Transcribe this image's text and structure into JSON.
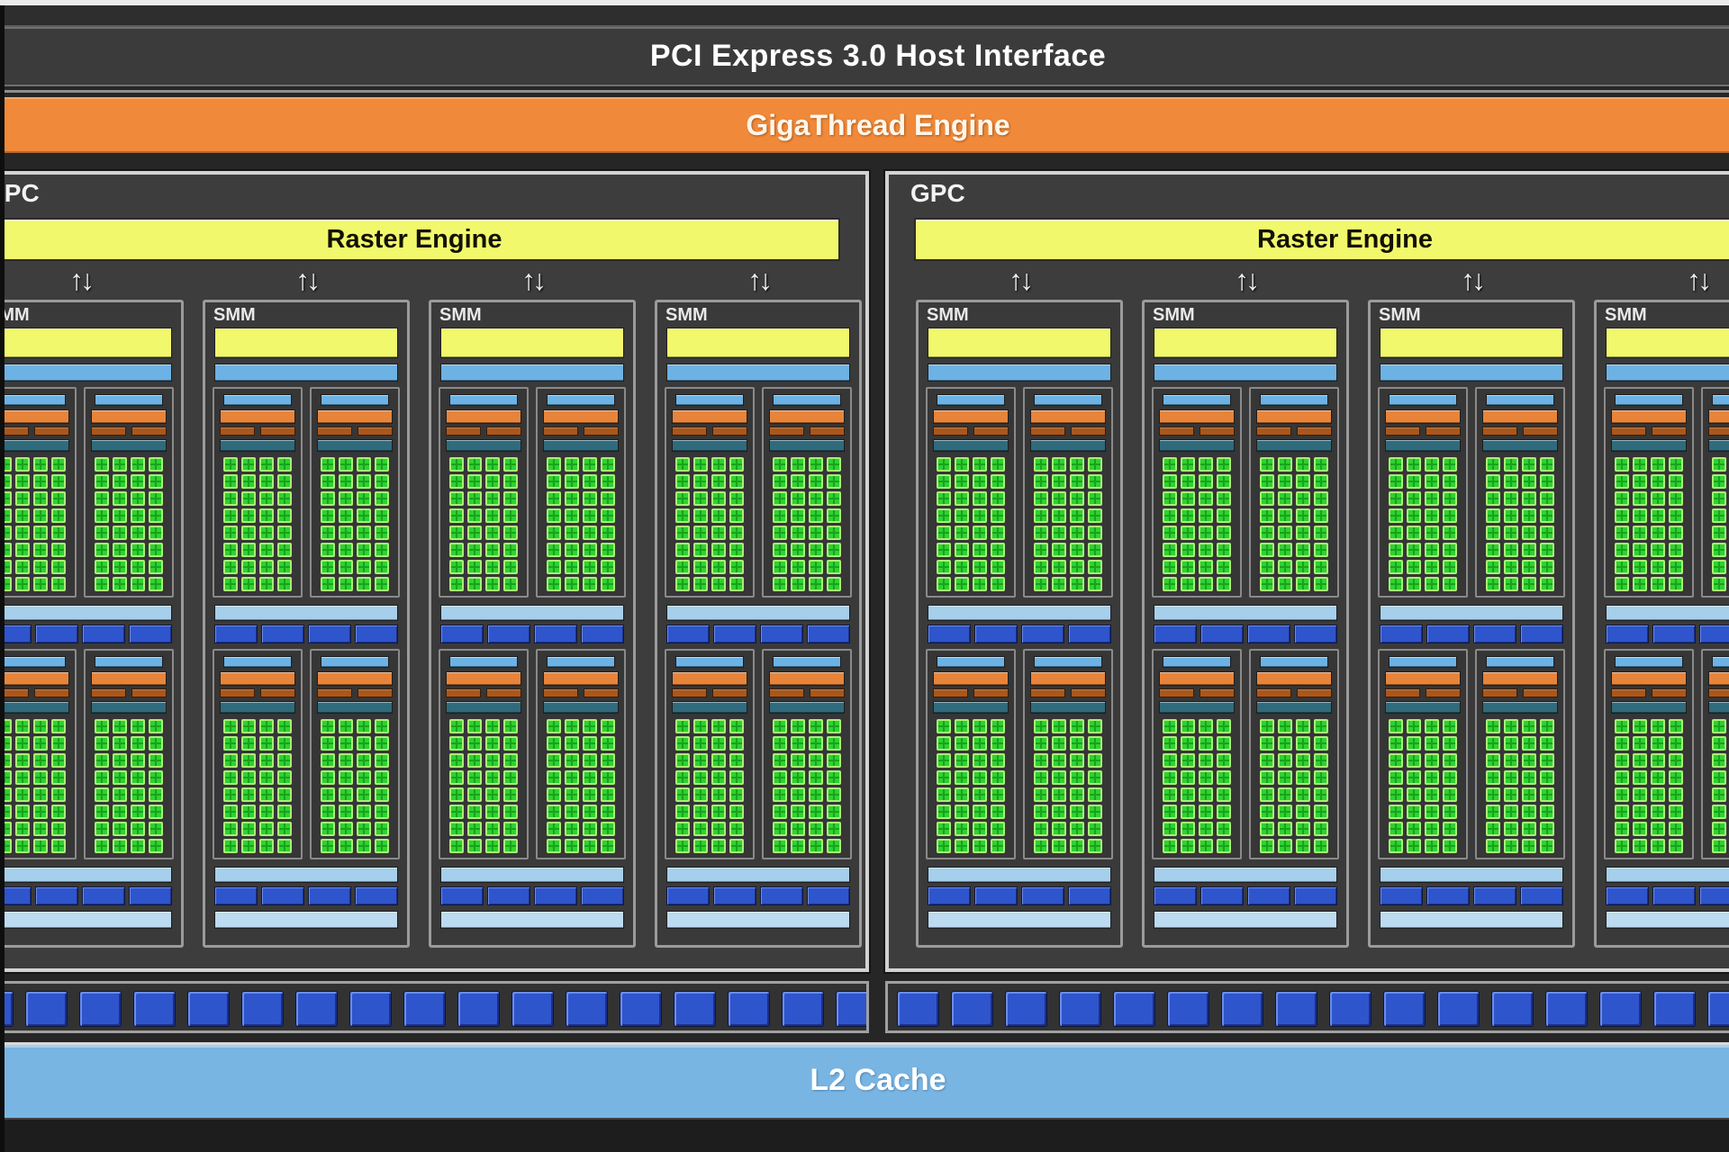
{
  "header": {
    "pci_label": "PCI Express 3.0 Host Interface",
    "gigathread_label": "GigaThread Engine"
  },
  "footer": {
    "l2_label": "L2 Cache"
  },
  "gpcs": [
    {
      "label": "GPC",
      "raster_label": "Raster Engine",
      "smms": [
        "SMM",
        "SMM",
        "SMM",
        "SMM"
      ]
    },
    {
      "label": "GPC",
      "raster_label": "Raster Engine",
      "smms": [
        "SMM",
        "SMM",
        "SMM",
        "SMM"
      ]
    }
  ],
  "icons": {
    "updown_arrow": "↑↓"
  },
  "structure": {
    "smms_per_gpc": 4,
    "core_blocks_per_smm": 2,
    "cores_per_block": 32,
    "core_grid": "4x8",
    "mem_squares_per_row": 17,
    "segments_per_bar": 4
  },
  "colors": {
    "gigathread_orange": "#f0893a",
    "raster_yellow": "#f2f86c",
    "core_green": "#2fd132",
    "scheduler_orange": "#e8843a",
    "dispatch_orange": "#a9571c",
    "register_teal": "#2f6b7c",
    "sm_blue": "#6cb2e4",
    "shared_blue_light": "#a6cfec",
    "mem_blue": "#2e55cc",
    "l2_blue": "#79b5e3"
  }
}
